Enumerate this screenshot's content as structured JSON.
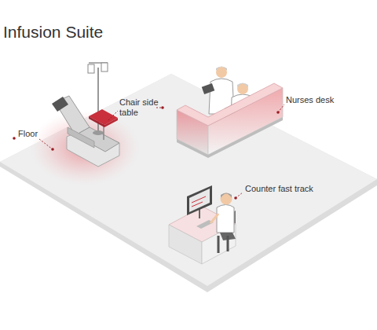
{
  "diagram": {
    "title": "Infusion Suite",
    "labels": [
      "Chair side table",
      "Nurses desk",
      "Floor",
      "Counter fast track"
    ]
  }
}
